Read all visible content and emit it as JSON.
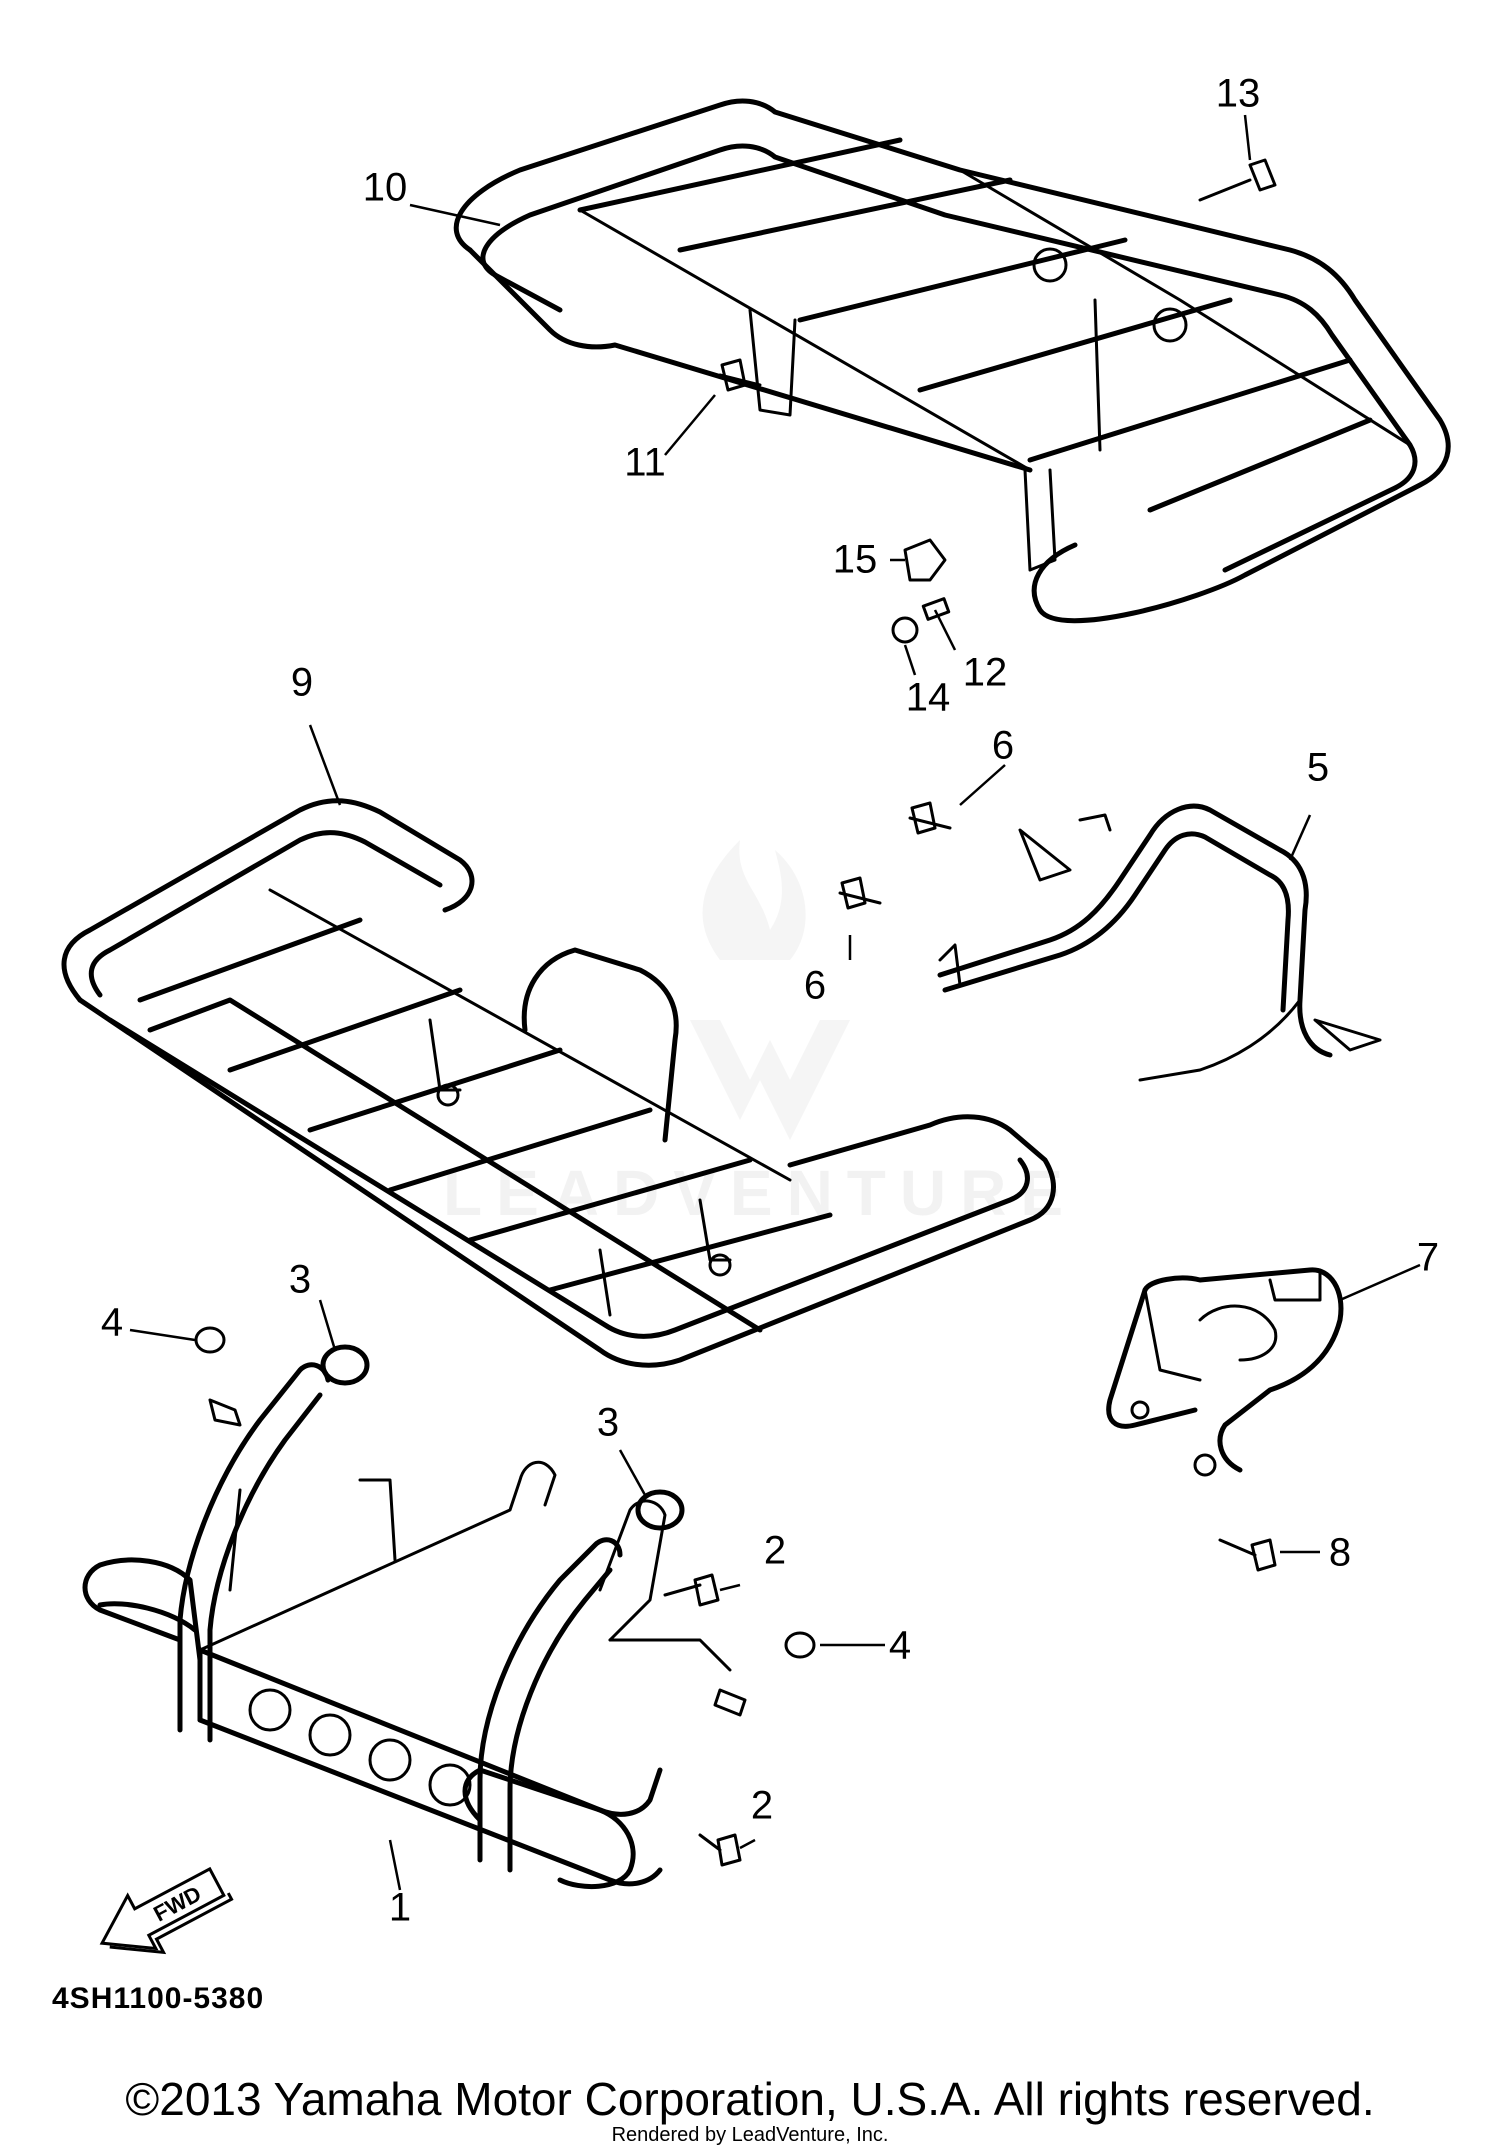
{
  "diagram": {
    "watermark": "LEADVENTURE",
    "callouts": [
      {
        "id": "1",
        "label": "1"
      },
      {
        "id": "2a",
        "label": "2"
      },
      {
        "id": "2b",
        "label": "2"
      },
      {
        "id": "3a",
        "label": "3"
      },
      {
        "id": "3b",
        "label": "3"
      },
      {
        "id": "4a",
        "label": "4"
      },
      {
        "id": "4b",
        "label": "4"
      },
      {
        "id": "5",
        "label": "5"
      },
      {
        "id": "6a",
        "label": "6"
      },
      {
        "id": "6b",
        "label": "6"
      },
      {
        "id": "7",
        "label": "7"
      },
      {
        "id": "8",
        "label": "8"
      },
      {
        "id": "9",
        "label": "9"
      },
      {
        "id": "10",
        "label": "10"
      },
      {
        "id": "11",
        "label": "11"
      },
      {
        "id": "12",
        "label": "12"
      },
      {
        "id": "13",
        "label": "13"
      },
      {
        "id": "14",
        "label": "14"
      },
      {
        "id": "15",
        "label": "15"
      }
    ],
    "fwd_label": "FWD",
    "diagram_code": "4SH1100-5380"
  },
  "footer": {
    "copyright": "©2013 Yamaha Motor Corporation, U.S.A. All rights reserved.",
    "rendered_by": "Rendered by LeadVenture, Inc."
  }
}
